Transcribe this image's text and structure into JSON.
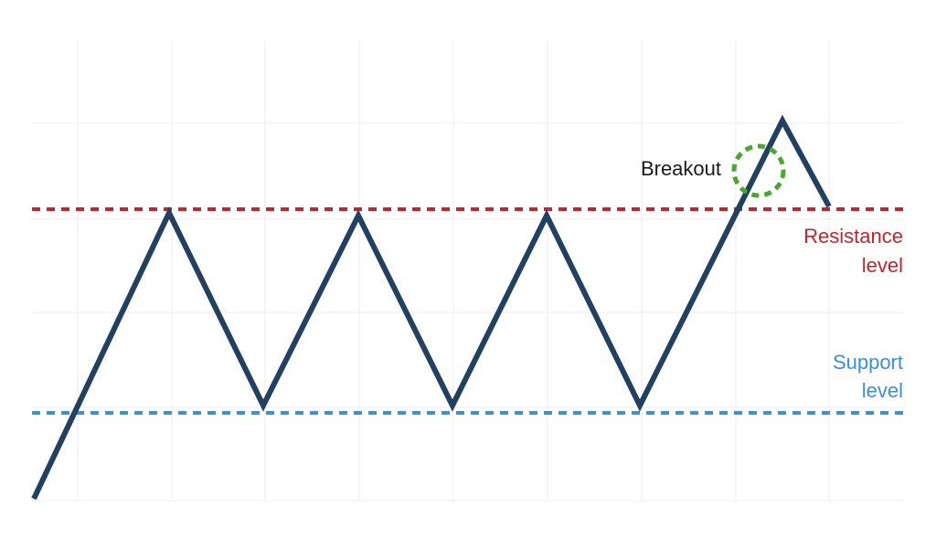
{
  "diagram": {
    "labels": {
      "breakout": "Breakout",
      "resistance_line1": "Resistance",
      "resistance_line2": "level",
      "support_line1": "Support",
      "support_line2": "level"
    },
    "colors": {
      "price_line": "#22405f",
      "resistance": "#c0262b",
      "support": "#3d8fd6",
      "breakout_marker": "#4aa832",
      "grid": "#eeeeee",
      "text": "#1a1a1a"
    },
    "price_path_description": "zig-zag oscillating between support and resistance, then breaking above resistance"
  }
}
